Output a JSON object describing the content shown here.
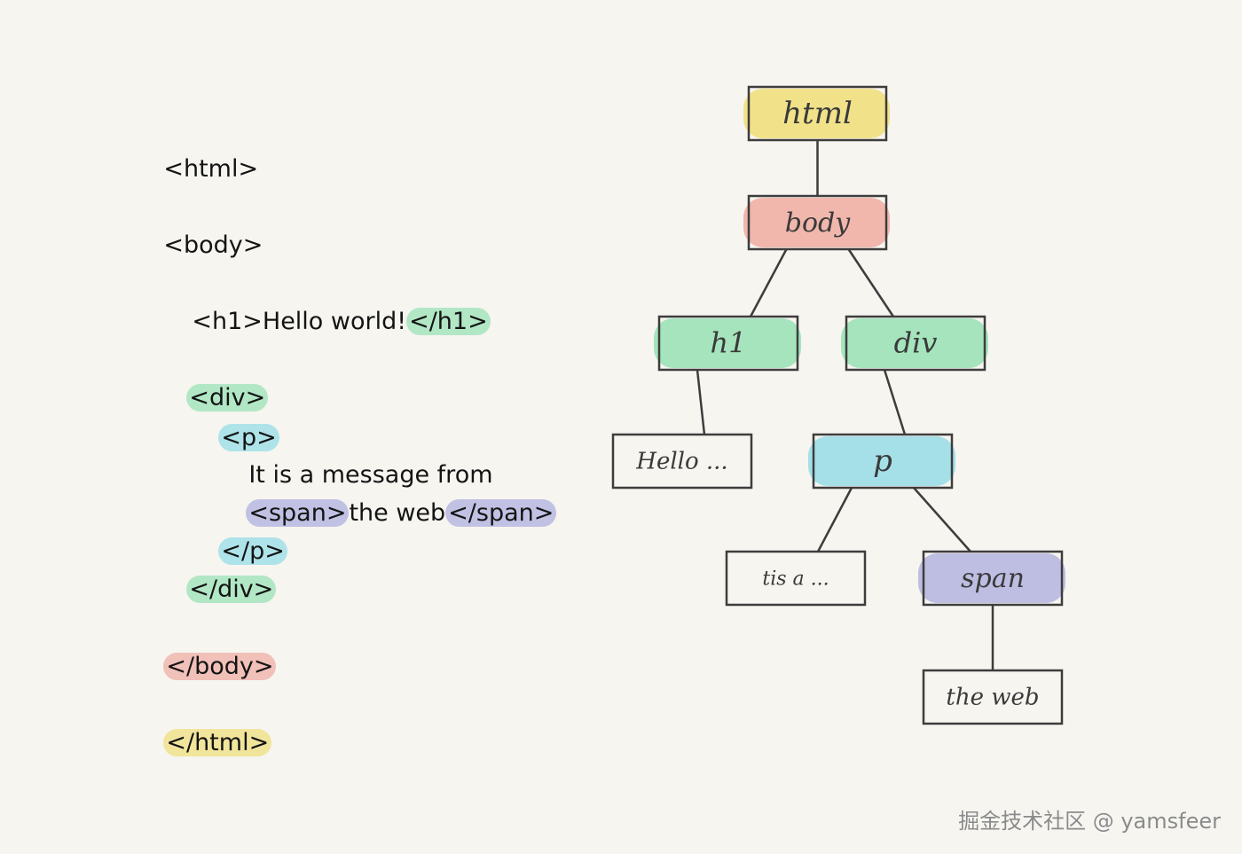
{
  "code": {
    "html_open": "<html>",
    "body_open": "<body>",
    "h1_open": "<h1>",
    "h1_text": "Hello world!",
    "h1_close": "</h1>",
    "div_open": "<div>",
    "p_open": "<p>",
    "p_text": "It is a message from",
    "span_open": "<span>",
    "span_text": "the web",
    "span_close": "</span>",
    "p_close": "</p>",
    "div_close": "</div>",
    "body_close": "</body>",
    "html_close": "</html>"
  },
  "tree": {
    "nodes": [
      {
        "id": "html",
        "label": "html",
        "color": "#f0de78"
      },
      {
        "id": "body",
        "label": "body",
        "color": "#f0aaa0"
      },
      {
        "id": "h1",
        "label": "h1",
        "color": "#96e1b4"
      },
      {
        "id": "div",
        "label": "div",
        "color": "#96e1b4"
      },
      {
        "id": "hello",
        "label": "Hello ...",
        "color": "#ffffff"
      },
      {
        "id": "p",
        "label": "p",
        "color": "#96dce8"
      },
      {
        "id": "text",
        "label": "tis a ...",
        "color": "#ffffff"
      },
      {
        "id": "span",
        "label": "span",
        "color": "#b4b4e1"
      },
      {
        "id": "web",
        "label": "the web",
        "color": "#ffffff"
      }
    ],
    "edges": [
      [
        "html",
        "body"
      ],
      [
        "body",
        "h1"
      ],
      [
        "body",
        "div"
      ],
      [
        "h1",
        "hello"
      ],
      [
        "div",
        "p"
      ],
      [
        "p",
        "text"
      ],
      [
        "p",
        "span"
      ],
      [
        "span",
        "web"
      ]
    ]
  },
  "watermark": "掘金技术社区 @ yamsfeer"
}
